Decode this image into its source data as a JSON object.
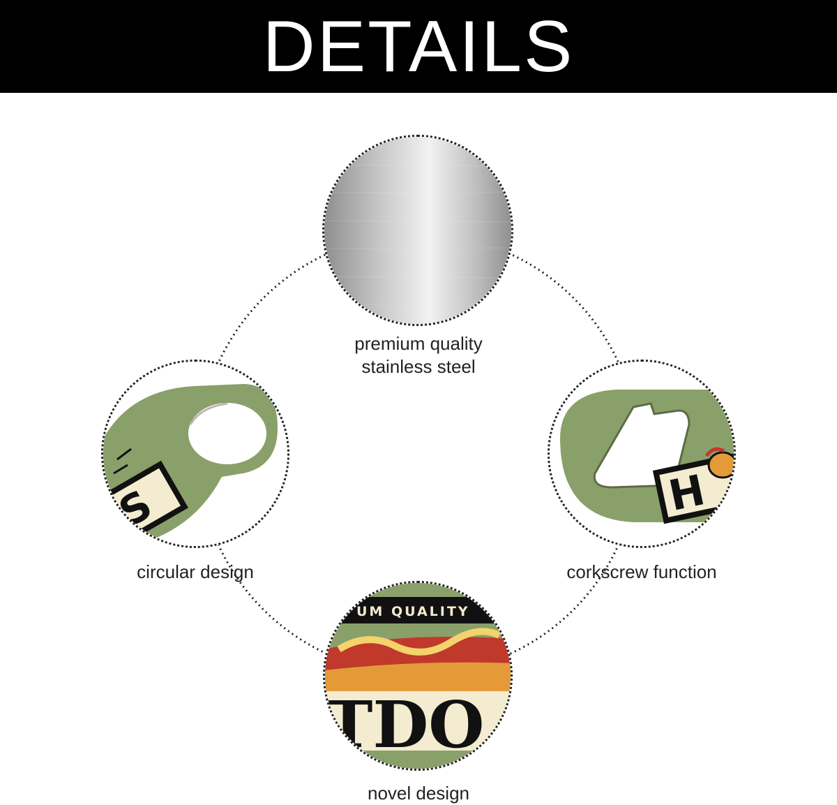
{
  "header": {
    "title": "DETAILS"
  },
  "details": [
    {
      "id": "steel",
      "label_line1": "premium quality",
      "label_line2": "stainless steel",
      "icon": "steel-texture-icon"
    },
    {
      "id": "circular",
      "label": "circular design",
      "icon": "round-opener-hole-icon"
    },
    {
      "id": "corkscrew",
      "label": "corkscrew function",
      "icon": "bottle-opener-slot-icon"
    },
    {
      "id": "novel",
      "label": "novel design",
      "icon": "hotdog-print-icon"
    }
  ],
  "artwork": {
    "quality_text": "UM QUALITY",
    "logo_letters_right": "H",
    "logo_letters_left": "S",
    "hotdog_letters": "TDO"
  },
  "colors": {
    "header_bg": "#000000",
    "opener_green": "#8aa06a",
    "steel": "#c8c8c8",
    "bun": "#e59a3a",
    "cream": "#f3ecd0"
  }
}
